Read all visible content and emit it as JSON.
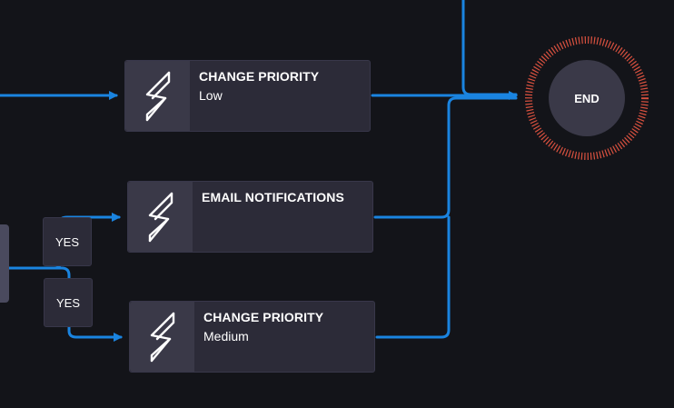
{
  "colors": {
    "background": "#131419",
    "node_fill": "#2c2b38",
    "node_icon_fill": "#3a3948",
    "connector": "#1a84e0",
    "end_ring": "#d9513f"
  },
  "nodes": [
    {
      "title": "CHANGE PRIORITY",
      "subtitle": "Low",
      "icon": "lightning-bolt-icon"
    },
    {
      "title": "EMAIL NOTIFICATIONS",
      "subtitle": "",
      "icon": "lightning-bolt-icon"
    },
    {
      "title": "CHANGE PRIORITY",
      "subtitle": "Medium",
      "icon": "lightning-bolt-icon"
    }
  ],
  "conditions": [
    {
      "label": "YES"
    },
    {
      "label": "YES"
    }
  ],
  "end_node": {
    "label": "END"
  }
}
